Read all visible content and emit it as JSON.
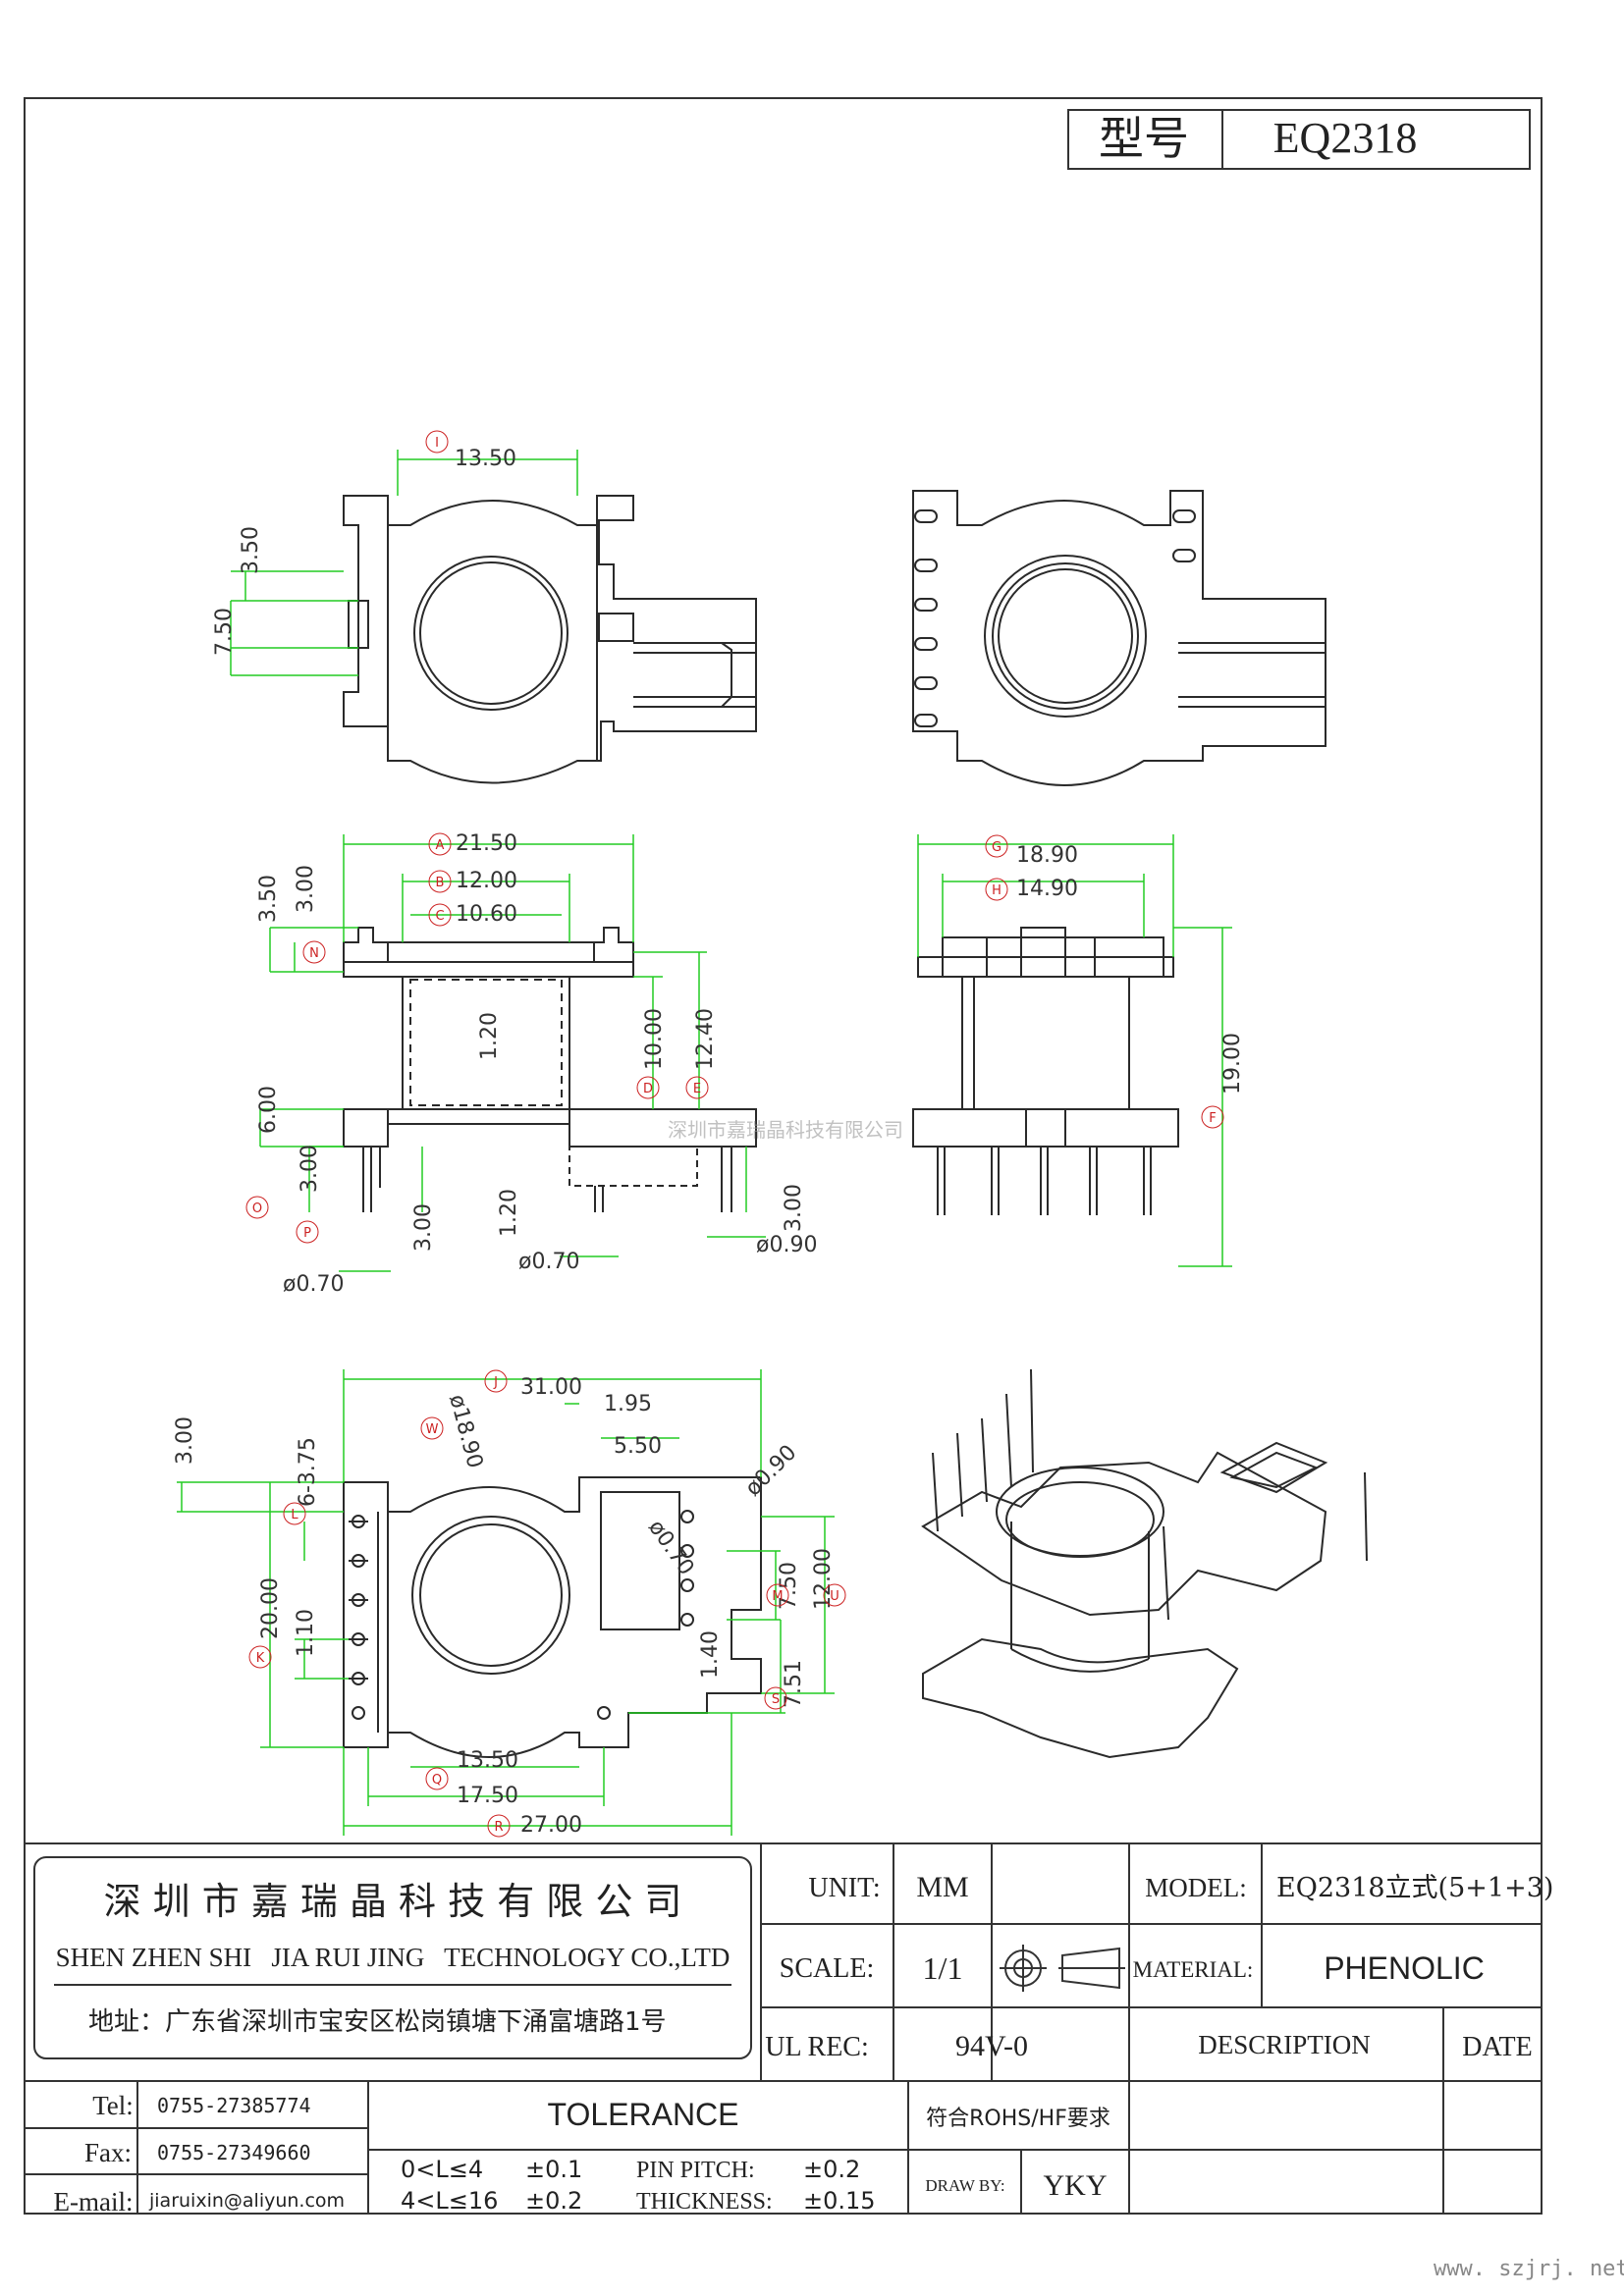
{
  "model_box": {
    "label": "型号",
    "value": "EQ2318"
  },
  "dims": {
    "I": "13.50",
    "v350": "3.50",
    "v750": "7.50",
    "A": "21.50",
    "B": "12.00",
    "C": "10.60",
    "s350": "3.50",
    "s300": "3.00",
    "h120a": "1.20",
    "D": "10.00",
    "E": "12.40",
    "h120b": "1.20",
    "o600": "6.00",
    "p300": "3.00",
    "p300b": "3.00",
    "r300": "3.00",
    "d070a": "ø0.70",
    "d070b": "ø0.70",
    "d090": "ø0.90",
    "G": "18.90",
    "H": "14.90",
    "F": "19.00",
    "J": "31.00",
    "w195": "1.95",
    "w550": "5.50",
    "W": "ø18.90",
    "b300": "3.00",
    "L": "6-3.75",
    "K": "20.00",
    "b110": "1.10",
    "d090b": "ø0.90",
    "d070c": "ø0.70",
    "M": "7.50",
    "U": "12.00",
    "b140": "1.40",
    "S": "7.51",
    "b1350": "13.50",
    "Q": "17.50",
    "R": "27.00"
  },
  "letters": [
    "I",
    "A",
    "B",
    "C",
    "N",
    "D",
    "E",
    "O",
    "P",
    "G",
    "H",
    "F",
    "J",
    "W",
    "L",
    "K",
    "M",
    "U",
    "S",
    "Q",
    "R"
  ],
  "watermark": "深圳市嘉瑞晶科技有限公司",
  "company": {
    "cn": "深 圳 市 嘉 瑞 晶 科 技 有 限 公 司",
    "en": "SHEN ZHEN SHI   JIA RUI JING   TECHNOLOGY CO.,LTD",
    "address": "地址：广东省深圳市宝安区松岗镇塘下涌富塘路1号"
  },
  "title_block": {
    "unit_label": "UNIT:",
    "unit_value": "MM",
    "scale_label": "SCALE:",
    "scale_value": "1/1",
    "ul_label": "UL REC:",
    "ul_value": "94V-0",
    "model_label": "MODEL:",
    "model_value": "EQ2318立式(5+1+3)",
    "material_label": "MATERIAL:",
    "material_value": "PHENOLIC",
    "description_label": "DESCRIPTION",
    "date_label": "DATE",
    "rohs": "符合ROHS/HF要求",
    "drawby_label": "DRAW BY:",
    "drawby_value": "YKY"
  },
  "contact": {
    "tel_label": "Tel:",
    "tel_value": "0755-27385774",
    "fax_label": "Fax:",
    "fax_value": "0755-27349660",
    "email_label": "E-mail:",
    "email_value": "jiaruixin@aliyun.com"
  },
  "tolerance": {
    "title": "TOLERANCE",
    "row1_range": "0<L≤4",
    "row1_tol": "±0.1",
    "row2_range": "4<L≤16",
    "row2_tol": "±0.2",
    "pitch_label": "PIN PITCH:",
    "pitch_tol": "±0.2",
    "thick_label": "THICKNESS:",
    "thick_tol": "±0.15"
  },
  "site": "www. szjrj. net",
  "colors": {
    "line": "#2a2a2a",
    "dim": "#22cc22",
    "marker": "#cc2222"
  }
}
